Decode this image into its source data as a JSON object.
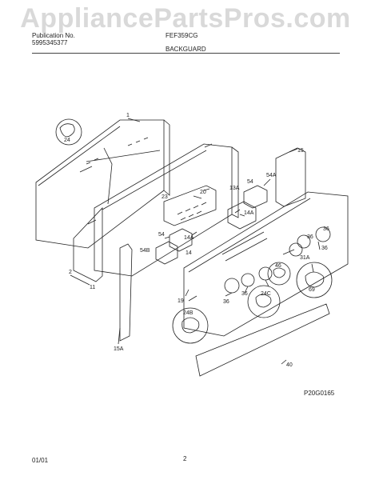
{
  "watermark": "AppliancePartsPros.com",
  "header": {
    "publication_label": "Publication No.",
    "publication_number": "5995345377",
    "model": "FEF359CG",
    "section": "BACKGUARD"
  },
  "drawing_code": "P20G0165",
  "footer": {
    "date": "01/01",
    "page": "2"
  },
  "callouts": [
    "1",
    "2",
    "11",
    "13A",
    "14",
    "14A",
    "14A",
    "15",
    "15A",
    "19",
    "20",
    "23",
    "24",
    "24B",
    "24C",
    "31A",
    "36",
    "36",
    "36",
    "36",
    "36",
    "40",
    "46",
    "54",
    "54",
    "54A",
    "54B",
    "69"
  ],
  "colors": {
    "line": "#222222",
    "watermark": "#b9b9b9"
  }
}
